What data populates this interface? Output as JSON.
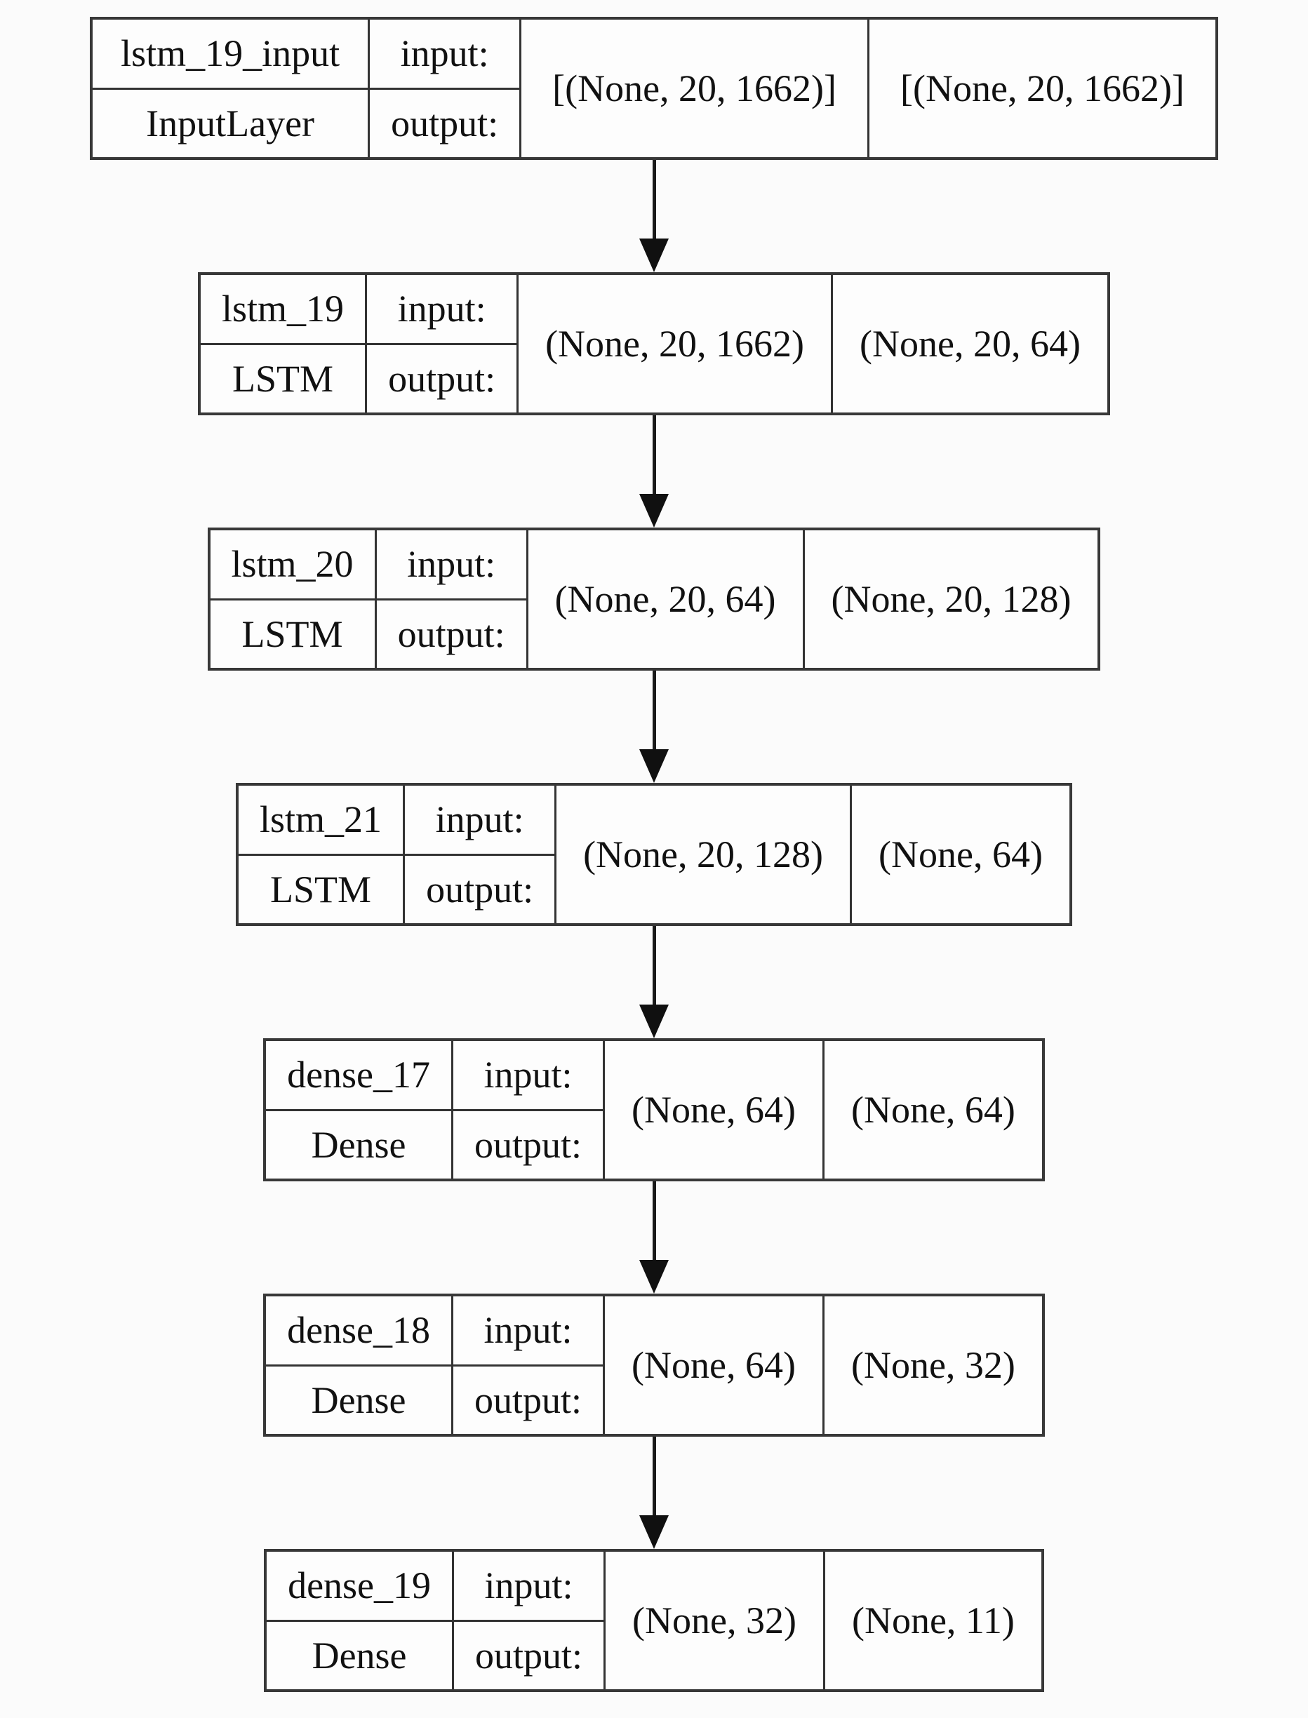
{
  "diagram": {
    "kind": "keras-model-plot",
    "background_color": "#fbfbfb",
    "box_fill_color": "#fdfdfd",
    "border_color": "#333333",
    "arrow_color": "#101010",
    "labels": {
      "input": "input:",
      "output": "output:"
    },
    "layers": [
      {
        "name": "lstm_19_input",
        "type": "InputLayer",
        "input_shape": "[(None, 20, 1662)]",
        "output_shape": "[(None, 20, 1662)]"
      },
      {
        "name": "lstm_19",
        "type": "LSTM",
        "input_shape": "(None, 20, 1662)",
        "output_shape": "(None, 20, 64)"
      },
      {
        "name": "lstm_20",
        "type": "LSTM",
        "input_shape": "(None, 20, 64)",
        "output_shape": "(None, 20, 128)"
      },
      {
        "name": "lstm_21",
        "type": "LSTM",
        "input_shape": "(None, 20, 128)",
        "output_shape": "(None, 64)"
      },
      {
        "name": "dense_17",
        "type": "Dense",
        "input_shape": "(None, 64)",
        "output_shape": "(None, 64)"
      },
      {
        "name": "dense_18",
        "type": "Dense",
        "input_shape": "(None, 64)",
        "output_shape": "(None, 32)"
      },
      {
        "name": "dense_19",
        "type": "Dense",
        "input_shape": "(None, 32)",
        "output_shape": "(None, 11)"
      }
    ]
  }
}
